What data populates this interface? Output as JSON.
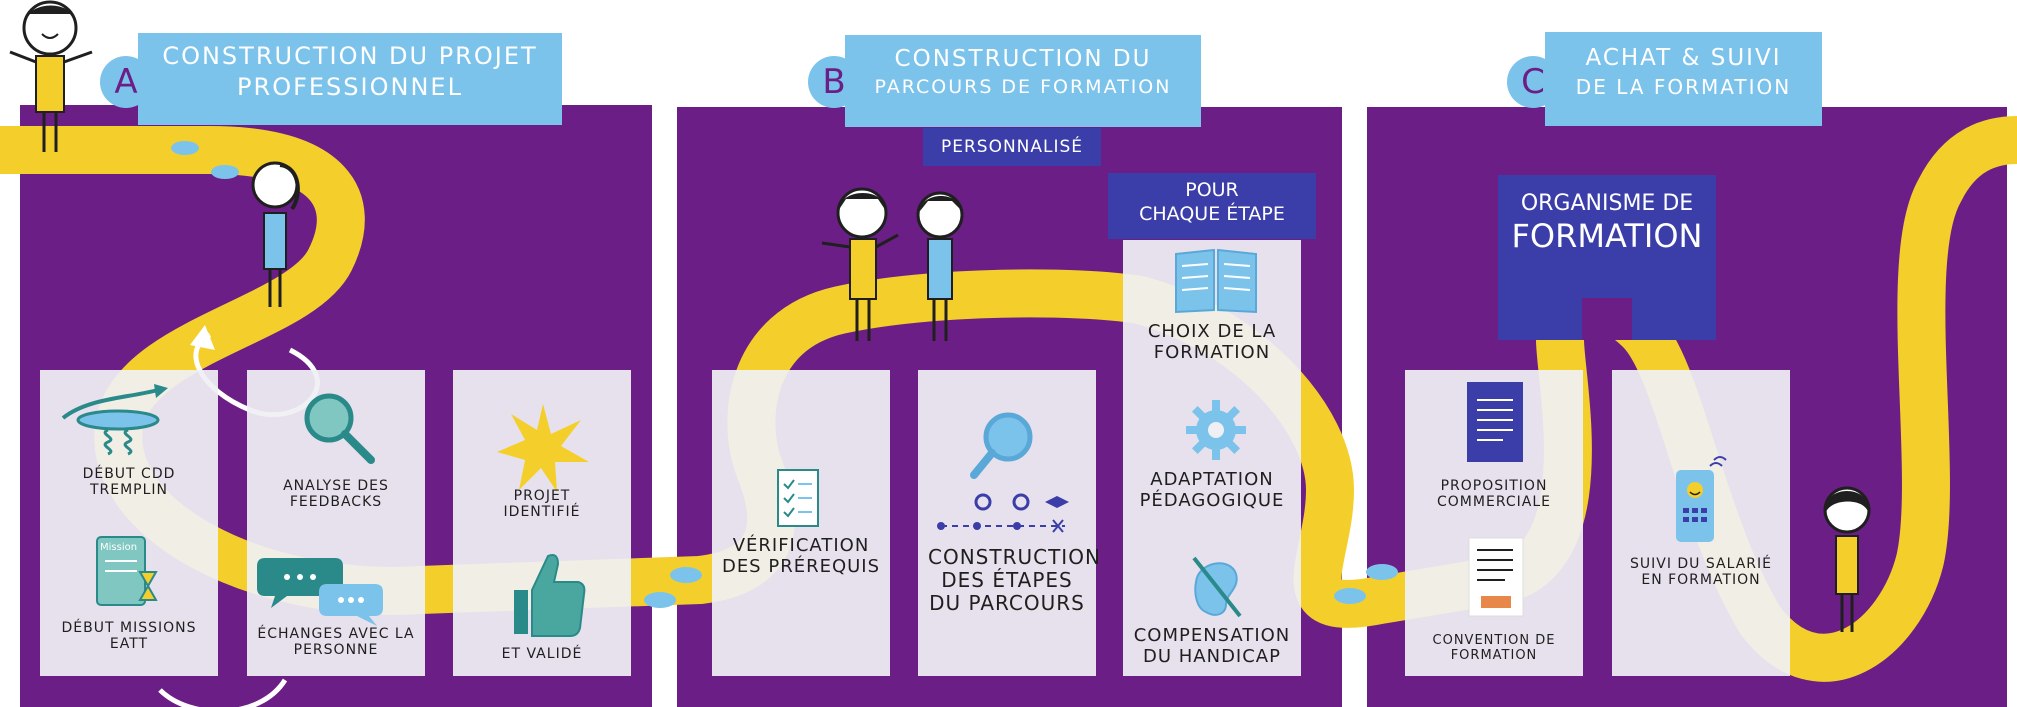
{
  "section_a": {
    "letter": "A",
    "title_line1": "CONSTRUCTION DU PROJET",
    "title_line2": "PROFESSIONNEL",
    "cards": {
      "debut_cdd": "DÉBUT CDD TREMPLIN",
      "debut_missions": "DÉBUT MISSIONS EATT",
      "mission_tag": "Mission",
      "analyse": "ANALYSE DES FEEDBACKS",
      "echanges": "ÉCHANGES AVEC LA PERSONNE",
      "projet": "PROJET IDENTIFIÉ",
      "valide": "ET VALIDÉ"
    }
  },
  "section_b": {
    "letter": "B",
    "title_line1": "CONSTRUCTION DU",
    "title_line2": "PARCOURS DE FORMATION",
    "subtitle": "PERSONNALISÉ",
    "pour_chaque_line1": "POUR",
    "pour_chaque_line2": "CHAQUE ÉTAPE",
    "cards": {
      "verification": "VÉRIFICATION DES PRÉREQUIS",
      "construction": "CONSTRUCTION DES ÉTAPES DU PARCOURS",
      "choix": "CHOIX DE LA FORMATION",
      "adaptation": "ADAPTATION PÉDAGOGIQUE",
      "compensation": "COMPENSATION DU HANDICAP"
    }
  },
  "section_c": {
    "letter": "C",
    "title_line1": "ACHAT & SUIVI",
    "title_line2": "DE LA FORMATION",
    "organisme_line1": "ORGANISME DE",
    "organisme_line2": "FORMATION",
    "cards": {
      "proposition": "PROPOSITION COMMERCIALE",
      "convention": "CONVENTION DE FORMATION",
      "suivi": "SUIVI DU SALARIÉ EN FORMATION"
    }
  },
  "colors": {
    "panel": "#6b1f86",
    "banner": "#7cc3ec",
    "path": "#f4cf2b",
    "dark_box": "#3b3ea8",
    "card": "#f0f0f4"
  },
  "icons": [
    "springboard-icon",
    "mission-document-icon",
    "hourglass-icon",
    "magnifier-icon",
    "speech-bubbles-icon",
    "star-burst-icon",
    "thumbs-up-icon",
    "checklist-icon",
    "milestones-icon",
    "open-book-icon",
    "gear-icon",
    "crossed-ear-icon",
    "contract-document-icon",
    "signed-convention-icon",
    "smartphone-icon"
  ]
}
